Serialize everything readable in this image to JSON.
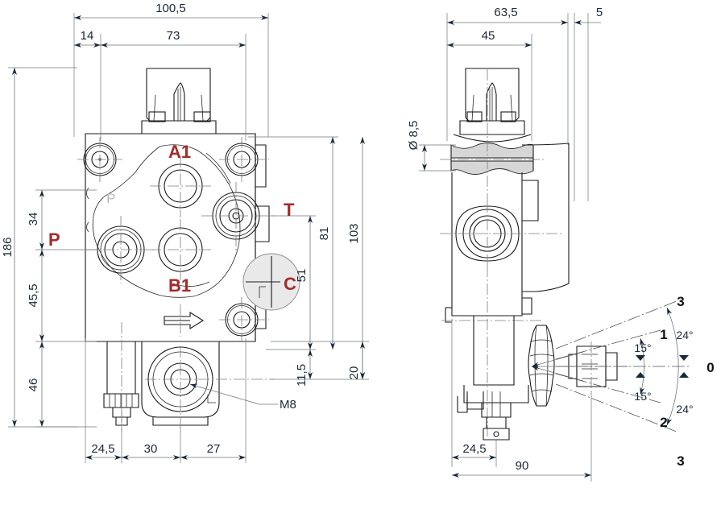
{
  "drawing": {
    "title": "Hydraulic directional control valve dimensional drawing",
    "units": "mm",
    "accent_color": "#A32B2B",
    "dim_color": "#1b2838"
  },
  "front_view": {
    "name": "front-view",
    "port_labels": [
      {
        "id": "A1",
        "text": "A1"
      },
      {
        "id": "B1",
        "text": "B1"
      },
      {
        "id": "P",
        "text": "P"
      },
      {
        "id": "T",
        "text": "T"
      },
      {
        "id": "C",
        "text": "C"
      }
    ],
    "engraved_label": "P",
    "thread_callout": "M8",
    "horizontal_dims": [
      {
        "id": "overall-width",
        "text": "100,5"
      },
      {
        "id": "edge-offset",
        "text": "14"
      },
      {
        "id": "bolt-span",
        "text": "73"
      },
      {
        "id": "base-left",
        "text": "24,5"
      },
      {
        "id": "base-mid",
        "text": "30"
      },
      {
        "id": "base-right",
        "text": "27"
      }
    ],
    "vertical_dims": [
      {
        "id": "overall-height",
        "text": "186"
      },
      {
        "id": "top-to-p",
        "text": "34"
      },
      {
        "id": "p-to-base",
        "text": "45,5"
      },
      {
        "id": "base-height",
        "text": "46"
      },
      {
        "id": "t-to-c",
        "text": "51"
      },
      {
        "id": "top-to-lower",
        "text": "81"
      },
      {
        "id": "top-to-bottom",
        "text": "103"
      },
      {
        "id": "lower-offset",
        "text": "11,5"
      },
      {
        "id": "base-offset",
        "text": "20"
      }
    ]
  },
  "side_view": {
    "name": "side-view",
    "horizontal_dims": [
      {
        "id": "body-depth",
        "text": "63,5"
      },
      {
        "id": "spool-depth",
        "text": "45"
      },
      {
        "id": "plate-thk",
        "text": "5"
      },
      {
        "id": "base-left",
        "text": "24,5"
      },
      {
        "id": "overall-len",
        "text": "90"
      }
    ],
    "vertical_dims": [
      {
        "id": "bore-dia",
        "text": "Ø 8,5"
      }
    ]
  },
  "lever_diagram": {
    "name": "lever-travel-diagram",
    "positions": [
      {
        "id": "pos-3-top",
        "text": "3"
      },
      {
        "id": "pos-1",
        "text": "1"
      },
      {
        "id": "pos-0",
        "text": "0"
      },
      {
        "id": "pos-2",
        "text": "2"
      },
      {
        "id": "pos-3-bottom",
        "text": "3"
      }
    ],
    "angles": [
      {
        "id": "angle-24-upper",
        "text": "24°"
      },
      {
        "id": "angle-15-upper",
        "text": "15°"
      },
      {
        "id": "angle-15-lower",
        "text": "15°"
      },
      {
        "id": "angle-24-lower",
        "text": "24°"
      }
    ]
  }
}
